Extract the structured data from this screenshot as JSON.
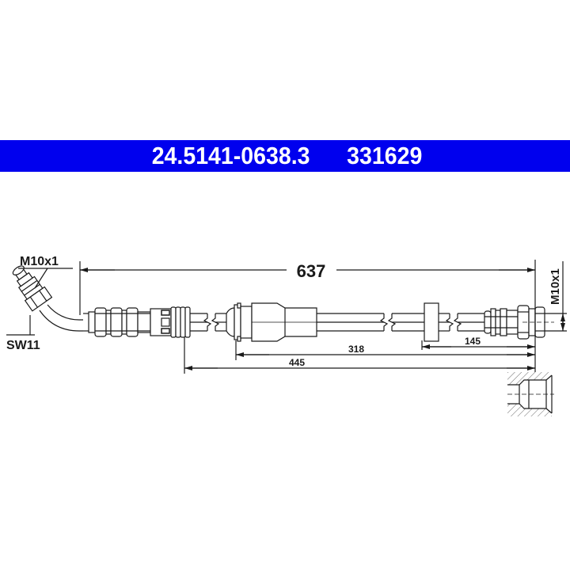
{
  "header": {
    "part_number": "24.5141-0638.3",
    "article_number": "331629",
    "banner_color": "#0000ee",
    "text_color": "#ffffff"
  },
  "drawing": {
    "overall_length": "637",
    "dim_318": "318",
    "dim_445": "445",
    "dim_145": "145",
    "left_thread": "M10x1",
    "left_wrench_size": "SW11",
    "right_thread": "M10x1",
    "line_color": "#1a1a1a"
  }
}
